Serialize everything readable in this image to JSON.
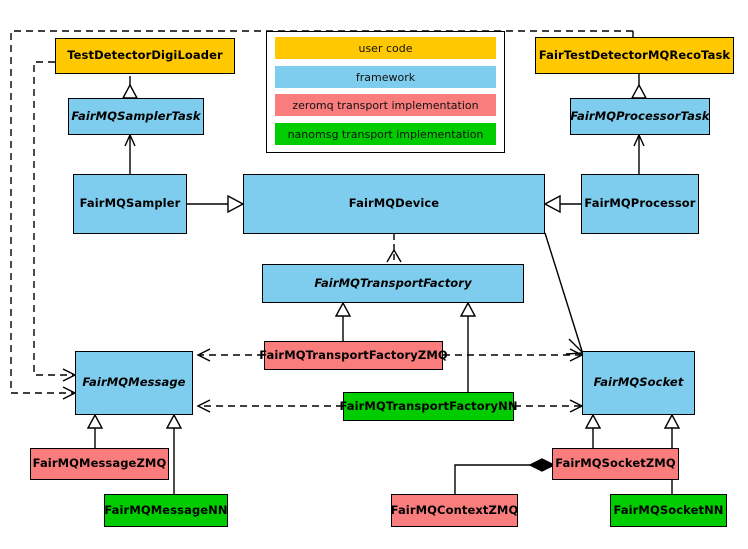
{
  "diagram": {
    "title": "FairMQ class diagram",
    "type": "uml-class-diagram",
    "colors": {
      "user_code": "#ffc800",
      "framework": "#7fcdee",
      "zeromq": "#fa7d7d",
      "nanomsg": "#00cc00",
      "line": "#000000",
      "background": "#ffffff"
    }
  },
  "legend": {
    "name": "legend",
    "items": [
      {
        "label": "user code",
        "color": "#ffc800"
      },
      {
        "label": "framework",
        "color": "#7fcdee"
      },
      {
        "label": "zeromq transport implementation",
        "color": "#fa7d7d"
      },
      {
        "label": "nanomsg transport implementation",
        "color": "#00cc00"
      }
    ]
  },
  "nodes": {
    "test_detector_digi_loader": {
      "label": "TestDetectorDigiLoader",
      "category": "user code",
      "abstract": false
    },
    "fairmq_sampler_task": {
      "label": "FairMQSamplerTask",
      "category": "framework",
      "abstract": true
    },
    "fairmq_sampler": {
      "label": "FairMQSampler",
      "category": "framework",
      "abstract": false
    },
    "fairmq_device": {
      "label": "FairMQDevice",
      "category": "framework",
      "abstract": false
    },
    "fairmq_processor": {
      "label": "FairMQProcessor",
      "category": "framework",
      "abstract": false
    },
    "fairmq_processor_task": {
      "label": "FairMQProcessorTask",
      "category": "framework",
      "abstract": true
    },
    "fair_test_detector_reco_task": {
      "label": "FairTestDetectorMQRecoTask",
      "category": "user code",
      "abstract": false
    },
    "fairmq_transport_factory": {
      "label": "FairMQTransportFactory",
      "category": "framework",
      "abstract": true
    },
    "fairmq_transport_factory_zmq": {
      "label": "FairMQTransportFactoryZMQ",
      "category": "zeromq",
      "abstract": false
    },
    "fairmq_transport_factory_nn": {
      "label": "FairMQTransportFactoryNN",
      "category": "nanomsg",
      "abstract": false
    },
    "fairmq_message": {
      "label": "FairMQMessage",
      "category": "framework",
      "abstract": true
    },
    "fairmq_socket": {
      "label": "FairMQSocket",
      "category": "framework",
      "abstract": true
    },
    "fairmq_message_zmq": {
      "label": "FairMQMessageZMQ",
      "category": "zeromq",
      "abstract": false
    },
    "fairmq_message_nn": {
      "label": "FairMQMessageNN",
      "category": "nanomsg",
      "abstract": false
    },
    "fairmq_socket_zmq": {
      "label": "FairMQSocketZMQ",
      "category": "zeromq",
      "abstract": false
    },
    "fairmq_socket_nn": {
      "label": "FairMQSocketNN",
      "category": "nanomsg",
      "abstract": false
    },
    "fairmq_context_zmq": {
      "label": "FairMQContextZMQ",
      "category": "zeromq",
      "abstract": false
    }
  },
  "relations": [
    {
      "from": "test_detector_digi_loader",
      "to": "fairmq_sampler_task",
      "kind": "inheritance"
    },
    {
      "from": "fairmq_sampler",
      "to": "fairmq_sampler_task",
      "kind": "association"
    },
    {
      "from": "fairmq_sampler",
      "to": "fairmq_device",
      "kind": "inheritance"
    },
    {
      "from": "fairmq_processor",
      "to": "fairmq_device",
      "kind": "inheritance"
    },
    {
      "from": "fair_test_detector_reco_task",
      "to": "fairmq_processor_task",
      "kind": "inheritance"
    },
    {
      "from": "fairmq_processor",
      "to": "fairmq_processor_task",
      "kind": "association"
    },
    {
      "from": "fairmq_device",
      "to": "fairmq_transport_factory",
      "kind": "dependency"
    },
    {
      "from": "fairmq_device",
      "to": "fairmq_socket",
      "kind": "association"
    },
    {
      "from": "fairmq_transport_factory_zmq",
      "to": "fairmq_transport_factory",
      "kind": "inheritance"
    },
    {
      "from": "fairmq_transport_factory_nn",
      "to": "fairmq_transport_factory",
      "kind": "inheritance"
    },
    {
      "from": "fairmq_transport_factory_zmq",
      "to": "fairmq_message",
      "kind": "dependency"
    },
    {
      "from": "fairmq_transport_factory_zmq",
      "to": "fairmq_socket",
      "kind": "dependency"
    },
    {
      "from": "fairmq_transport_factory_nn",
      "to": "fairmq_message",
      "kind": "dependency"
    },
    {
      "from": "fairmq_transport_factory_nn",
      "to": "fairmq_socket",
      "kind": "dependency"
    },
    {
      "from": "test_detector_digi_loader",
      "to": "fairmq_message",
      "kind": "dependency"
    },
    {
      "from": "fair_test_detector_reco_task",
      "to": "fairmq_message",
      "kind": "dependency"
    },
    {
      "from": "fairmq_message_zmq",
      "to": "fairmq_message",
      "kind": "inheritance"
    },
    {
      "from": "fairmq_message_nn",
      "to": "fairmq_message",
      "kind": "inheritance"
    },
    {
      "from": "fairmq_socket_zmq",
      "to": "fairmq_socket",
      "kind": "inheritance"
    },
    {
      "from": "fairmq_socket_nn",
      "to": "fairmq_socket",
      "kind": "inheritance"
    },
    {
      "from": "fairmq_context_zmq",
      "to": "fairmq_socket_zmq",
      "kind": "composition"
    }
  ]
}
